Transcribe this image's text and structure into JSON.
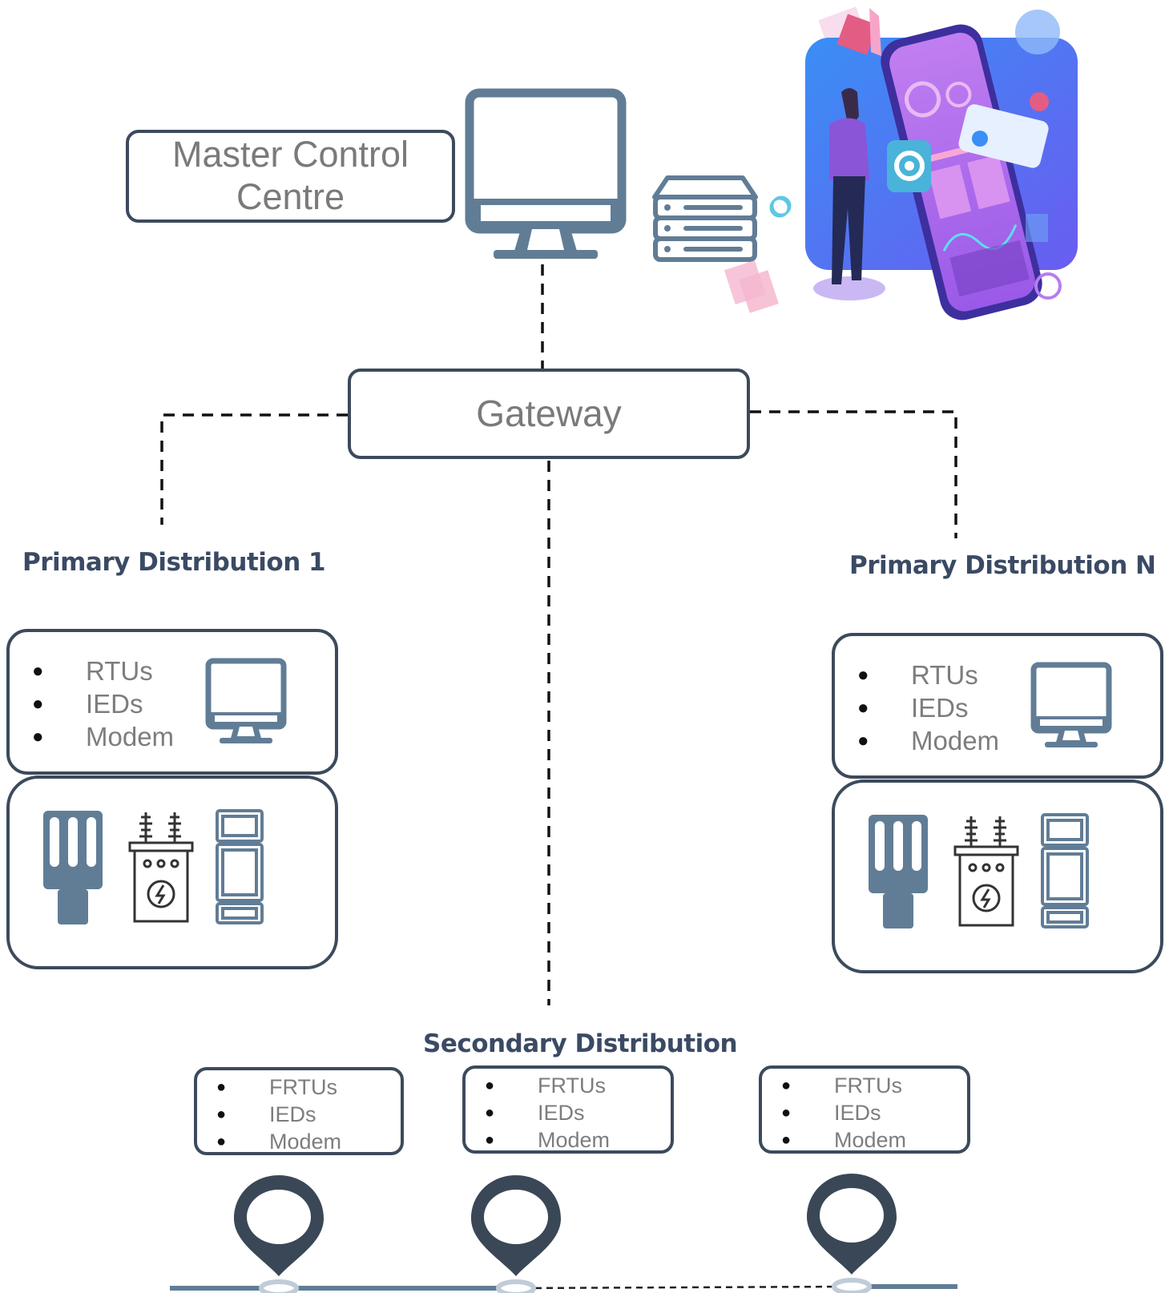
{
  "master": {
    "title": "Master Control Centre"
  },
  "gateway": {
    "label": "Gateway"
  },
  "primary_left": {
    "heading": "Primary Distribution 1",
    "items": [
      "RTUs",
      "IEDs",
      "Modem"
    ]
  },
  "primary_right": {
    "heading": "Primary Distribution N",
    "items": [
      "RTUs",
      "IEDs",
      "Modem"
    ]
  },
  "secondary": {
    "heading": "Secondary Distribution",
    "nodes": [
      {
        "items": [
          "FRTUs",
          "IEDs",
          "Modem"
        ]
      },
      {
        "items": [
          "FRTUs",
          "IEDs",
          "Modem"
        ]
      },
      {
        "items": [
          "FRTUs",
          "IEDs",
          "Modem"
        ]
      }
    ]
  },
  "colors": {
    "outline": "#3c4a5c",
    "icon_fill": "#617d96",
    "heading": "#3b4a64",
    "text": "#7a7a7a",
    "pin": "#3a4756"
  },
  "icons": [
    "monitor-icon",
    "server-icon",
    "dashboard-illustration",
    "insulator-icon",
    "transformer-icon",
    "switchgear-icon",
    "location-pin-icon"
  ]
}
